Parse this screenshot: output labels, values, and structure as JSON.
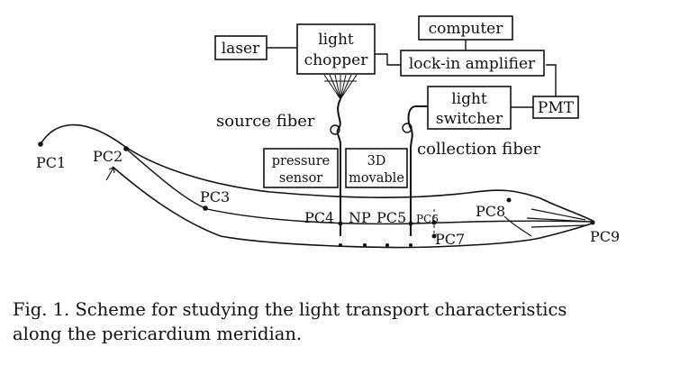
{
  "figure": {
    "boxes": {
      "laser": "laser",
      "chopper_line1": "light",
      "chopper_line2": "chopper",
      "computer": "computer",
      "lockin": "lock-in amplifier",
      "switcher_line1": "light",
      "switcher_line2": "switcher",
      "pmt": "PMT",
      "pressure_line1": "pressure",
      "pressure_line2": "sensor",
      "movable_line1": "3D",
      "movable_line2": "movable"
    },
    "labels": {
      "source_fiber": "source fiber",
      "collection_fiber": "collection fiber"
    },
    "points": {
      "pc1": "PC1",
      "pc2": "PC2",
      "pc3": "PC3",
      "pc4": "PC4",
      "np": "NP",
      "pc5": "PC5",
      "pc6": "PC6",
      "pc7": "PC7",
      "pc8": "PC8",
      "pc9": "PC9"
    }
  },
  "caption": {
    "line1": "Fig. 1. Scheme for studying the light transport characteristics",
    "line2": "along the pericardium meridian."
  }
}
